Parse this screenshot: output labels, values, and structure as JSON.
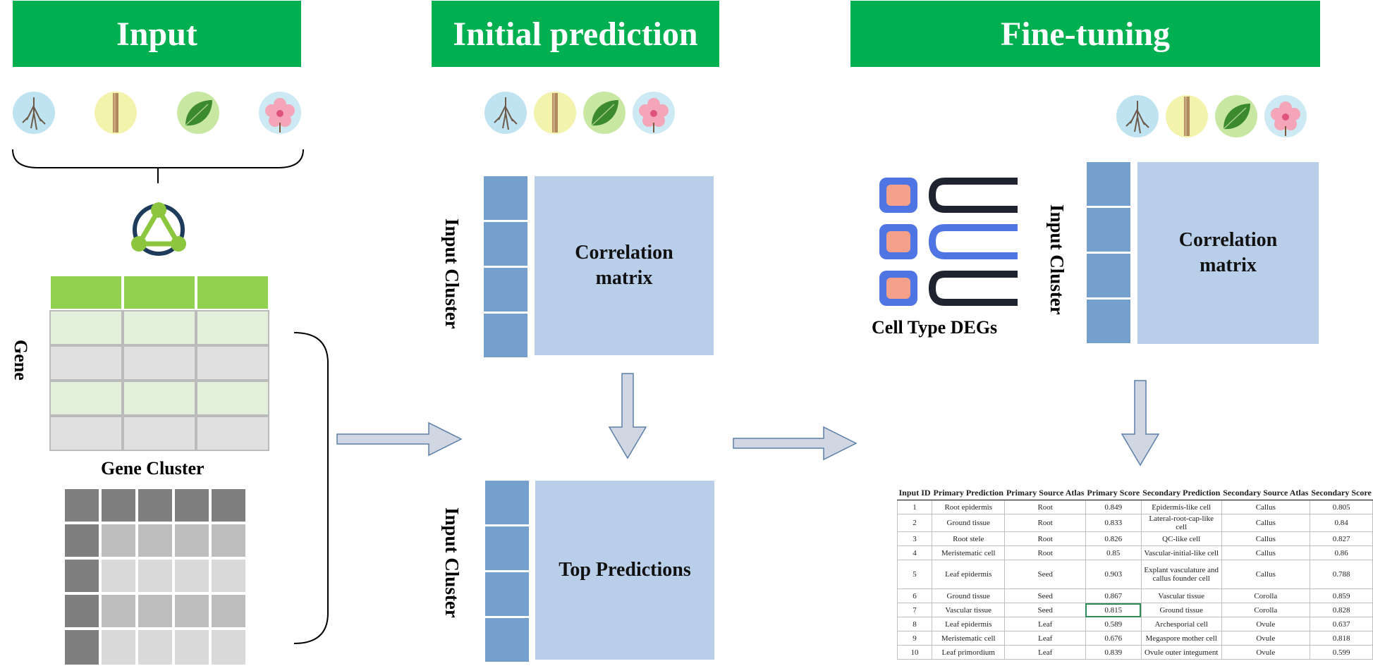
{
  "headers": {
    "input": "Input",
    "initial": "Initial prediction",
    "finetune": "Fine-tuning"
  },
  "icons": [
    "root-icon",
    "stem-icon",
    "leaf-icon",
    "flower-icon",
    "network-icon",
    "deg-list-icon"
  ],
  "colors": {
    "header_green": "#00b050",
    "cluster_blue": "#759fcc",
    "matrix_blue": "#b9cfe9",
    "table_green_dark": "#92d050",
    "table_green_light": "#e2efda",
    "table_gray": "#e0e0e0",
    "arrow_fill": "#d0d7e3"
  },
  "labels": {
    "gene": "Gene",
    "gene_cluster": "Gene Cluster",
    "input_cluster": "Input Cluster",
    "correlation_matrix_line1": "Correlation",
    "correlation_matrix_line2": "matrix",
    "top_predictions": "Top Predictions",
    "cell_type_degs": "Cell Type DEGs"
  },
  "results_table": {
    "columns": [
      "Input ID",
      "Primary Prediction",
      "Primary Source Atlas",
      "Primary Score",
      "Secondary Prediction",
      "Secondary Source Atlas",
      "Secondary Score"
    ],
    "rows": [
      [
        "1",
        "Root epidermis",
        "Root",
        "0.849",
        "Epidermis-like cell",
        "Callus",
        "0.805"
      ],
      [
        "2",
        "Ground tissue",
        "Root",
        "0.833",
        "Lateral-root-cap-like cell",
        "Callus",
        "0.84"
      ],
      [
        "3",
        "Root stele",
        "Root",
        "0.826",
        "QC-like cell",
        "Callus",
        "0.827"
      ],
      [
        "4",
        "Meristematic cell",
        "Root",
        "0.85",
        "Vascular-initial-like cell",
        "Callus",
        "0.86"
      ],
      [
        "5",
        "Leaf epidermis",
        "Seed",
        "0.903",
        "Explant vasculature and callus founder cell",
        "Callus",
        "0.788"
      ],
      [
        "6",
        "Ground tissue",
        "Seed",
        "0.867",
        "Vascular tissue",
        "Corolla",
        "0.859"
      ],
      [
        "7",
        "Vascular tissue",
        "Seed",
        "0.815",
        "Ground tissue",
        "Corolla",
        "0.828"
      ],
      [
        "8",
        "Leaf epidermis",
        "Leaf",
        "0.589",
        "Archesporial cell",
        "Ovule",
        "0.637"
      ],
      [
        "9",
        "Meristematic cell",
        "Leaf",
        "0.676",
        "Megaspore mother cell",
        "Ovule",
        "0.818"
      ],
      [
        "10",
        "Leaf primordium",
        "Leaf",
        "0.839",
        "Ovule outer integument",
        "Ovule",
        "0.599"
      ]
    ]
  }
}
